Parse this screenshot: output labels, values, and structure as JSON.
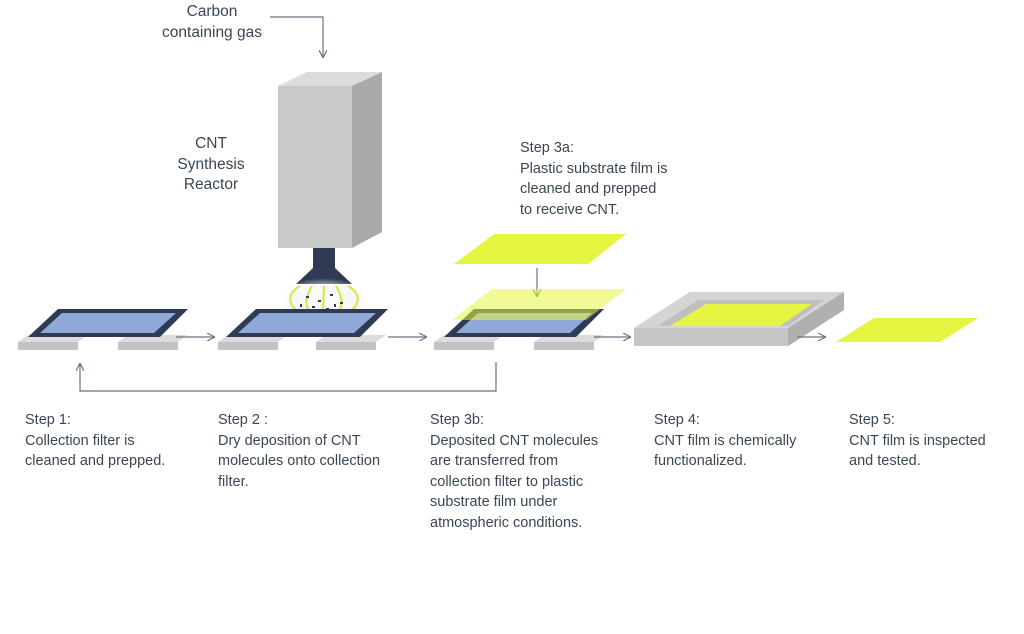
{
  "labels": {
    "gas": [
      "Carbon",
      "containing gas"
    ],
    "reactor": [
      "CNT",
      "Synthesis",
      "Reactor"
    ],
    "step3a": [
      "Step 3a:",
      "Plastic substrate film is",
      "cleaned and prepped",
      "to receive CNT."
    ]
  },
  "steps": [
    {
      "lines": [
        "Step 1:",
        "Collection filter is",
        "cleaned and prepped."
      ]
    },
    {
      "lines": [
        "Step 2 :",
        "Dry deposition of CNT",
        "molecules onto collection",
        "filter."
      ]
    },
    {
      "lines": [
        "Step 3b:",
        "Deposited CNT molecules",
        "are transferred from",
        "collection filter to plastic",
        "substrate film under",
        "atmospheric conditions."
      ]
    },
    {
      "lines": [
        "Step 4:",
        "CNT film is chemically",
        "functionalized."
      ]
    },
    {
      "lines": [
        "Step 5:",
        "CNT film is inspected",
        "and tested."
      ]
    }
  ],
  "colors": {
    "text": "#3b4654",
    "filter_blue": "#8fa8d8",
    "frame_navy": "#2f3b55",
    "support_gray": "#cfd0d2",
    "reactor_gray": "#c6c6c6",
    "film_yellow": "#e6f542",
    "arrow": "#6a7280",
    "cnt_glow": "#e8f04a"
  }
}
